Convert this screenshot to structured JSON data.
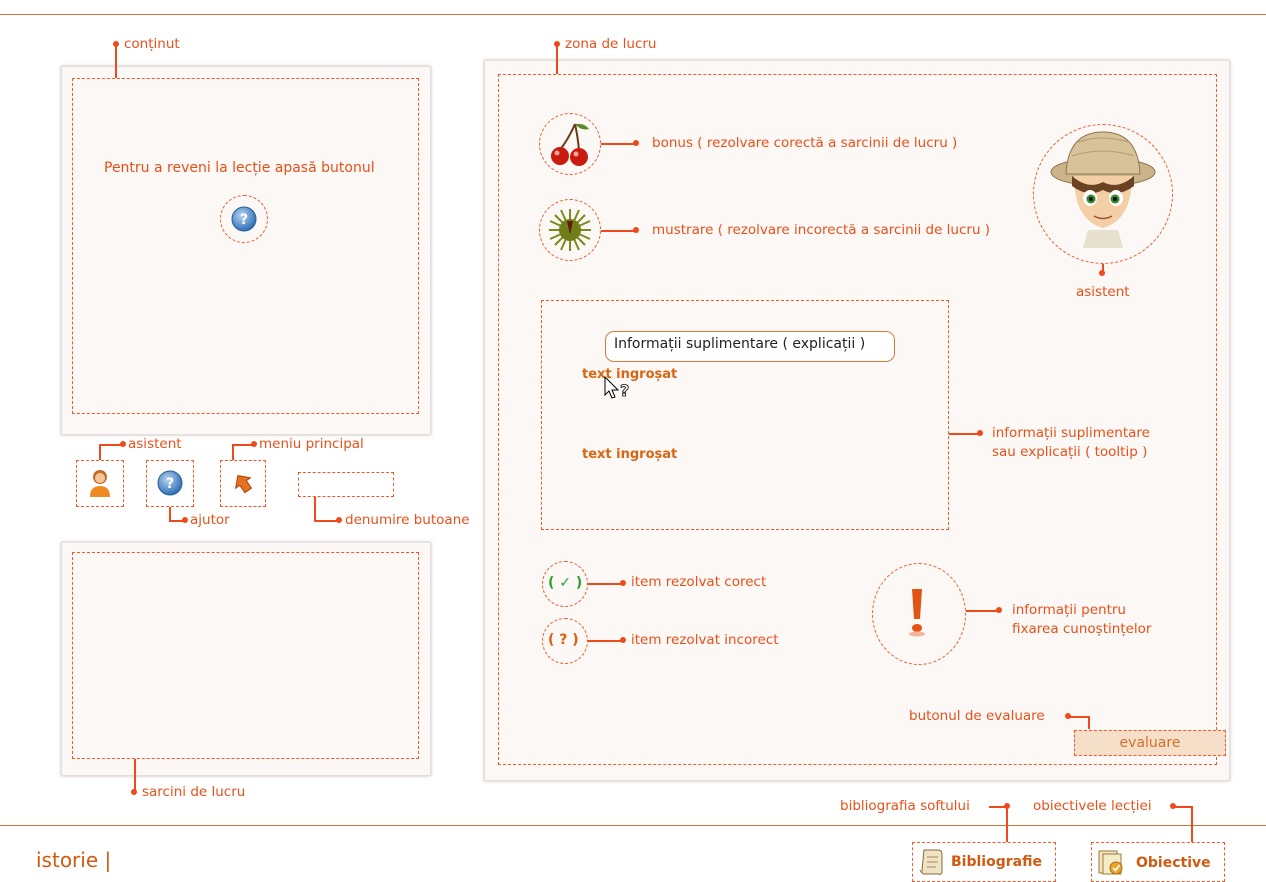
{
  "labels": {
    "continut": "conținut",
    "zona_de_lucru": "zona de lucru",
    "return_text": "Pentru a reveni la lecție apasă butonul",
    "asistent_small": "asistent",
    "meniu_principal": "meniu principal",
    "ajutor": "ajutor",
    "denumire_butoane": "denumire butoane",
    "sarcini_de_lucru": "sarcini de lucru",
    "bonus": "bonus ( rezolvare corectă a sarcinii de lucru )",
    "mustrare": "mustrare ( rezolvare incorectă a sarcinii de lucru )",
    "asistent": "asistent",
    "tooltip_text": "Informații suplimentare ( explicații )",
    "text_ingrosat_1": "text ingroșat",
    "text_ingrosat_2": "text ingroșat",
    "informatii_line1": "informații suplimentare",
    "informatii_line2": "sau explicații ( tooltip )",
    "item_corect": "item rezolvat corect",
    "item_incorect": "item rezolvat incorect",
    "correct_symbol": "( ✓ )",
    "incorrect_symbol": "( ? )",
    "fixare_line1": "informații pentru",
    "fixare_line2": "fixarea cunoștințelor",
    "butonul_evaluare": "butonul de evaluare",
    "evaluare": "evaluare",
    "bibliografia_softului": "bibliografia softului",
    "obiectivele_lectiei": "obiectivele lecției"
  },
  "footer": {
    "subject": "istorie |",
    "bibliografie": "Bibliografie",
    "obiective": "Obiective"
  },
  "icons": {
    "help": "help-icon",
    "assistant": "assistant-icon",
    "main_menu": "main-menu-icon",
    "bonus": "cherries-icon",
    "reprimand": "chestnut-burr-icon",
    "fixation": "exclamation-icon",
    "bibliography": "scroll-icon",
    "objectives": "objectives-icon",
    "cursor": "help-cursor-icon"
  },
  "colors": {
    "accent": "#ee4a1c",
    "brand": "#d05a10",
    "rule": "#c8793a",
    "panel_bg": "#fbf8f6"
  }
}
